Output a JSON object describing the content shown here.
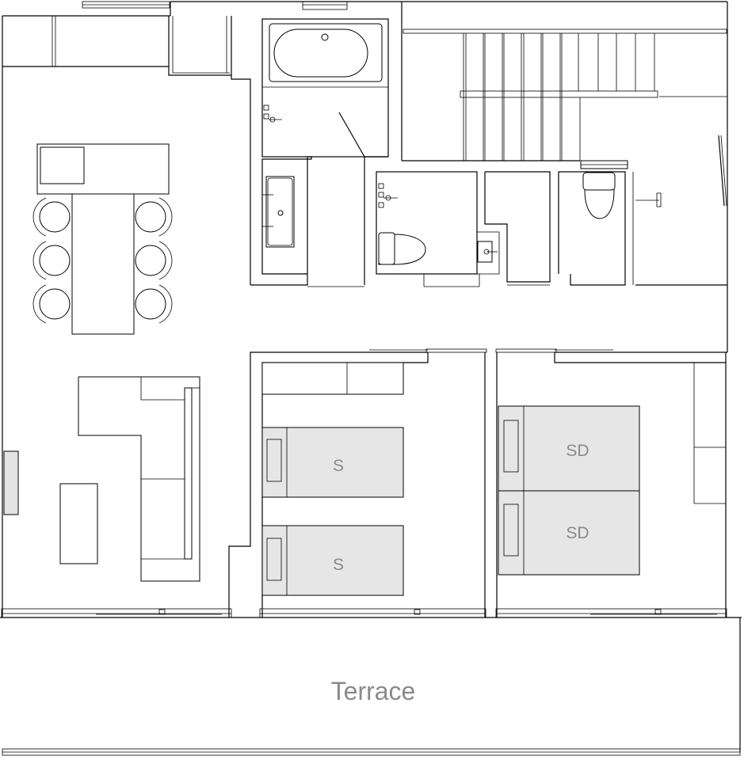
{
  "rooms": {
    "terrace_label": "Terrace",
    "bedroom_left_bed_top": "S",
    "bedroom_left_bed_bottom": "S",
    "bedroom_right_bed_top": "SD",
    "bedroom_right_bed_bottom": "SD"
  }
}
